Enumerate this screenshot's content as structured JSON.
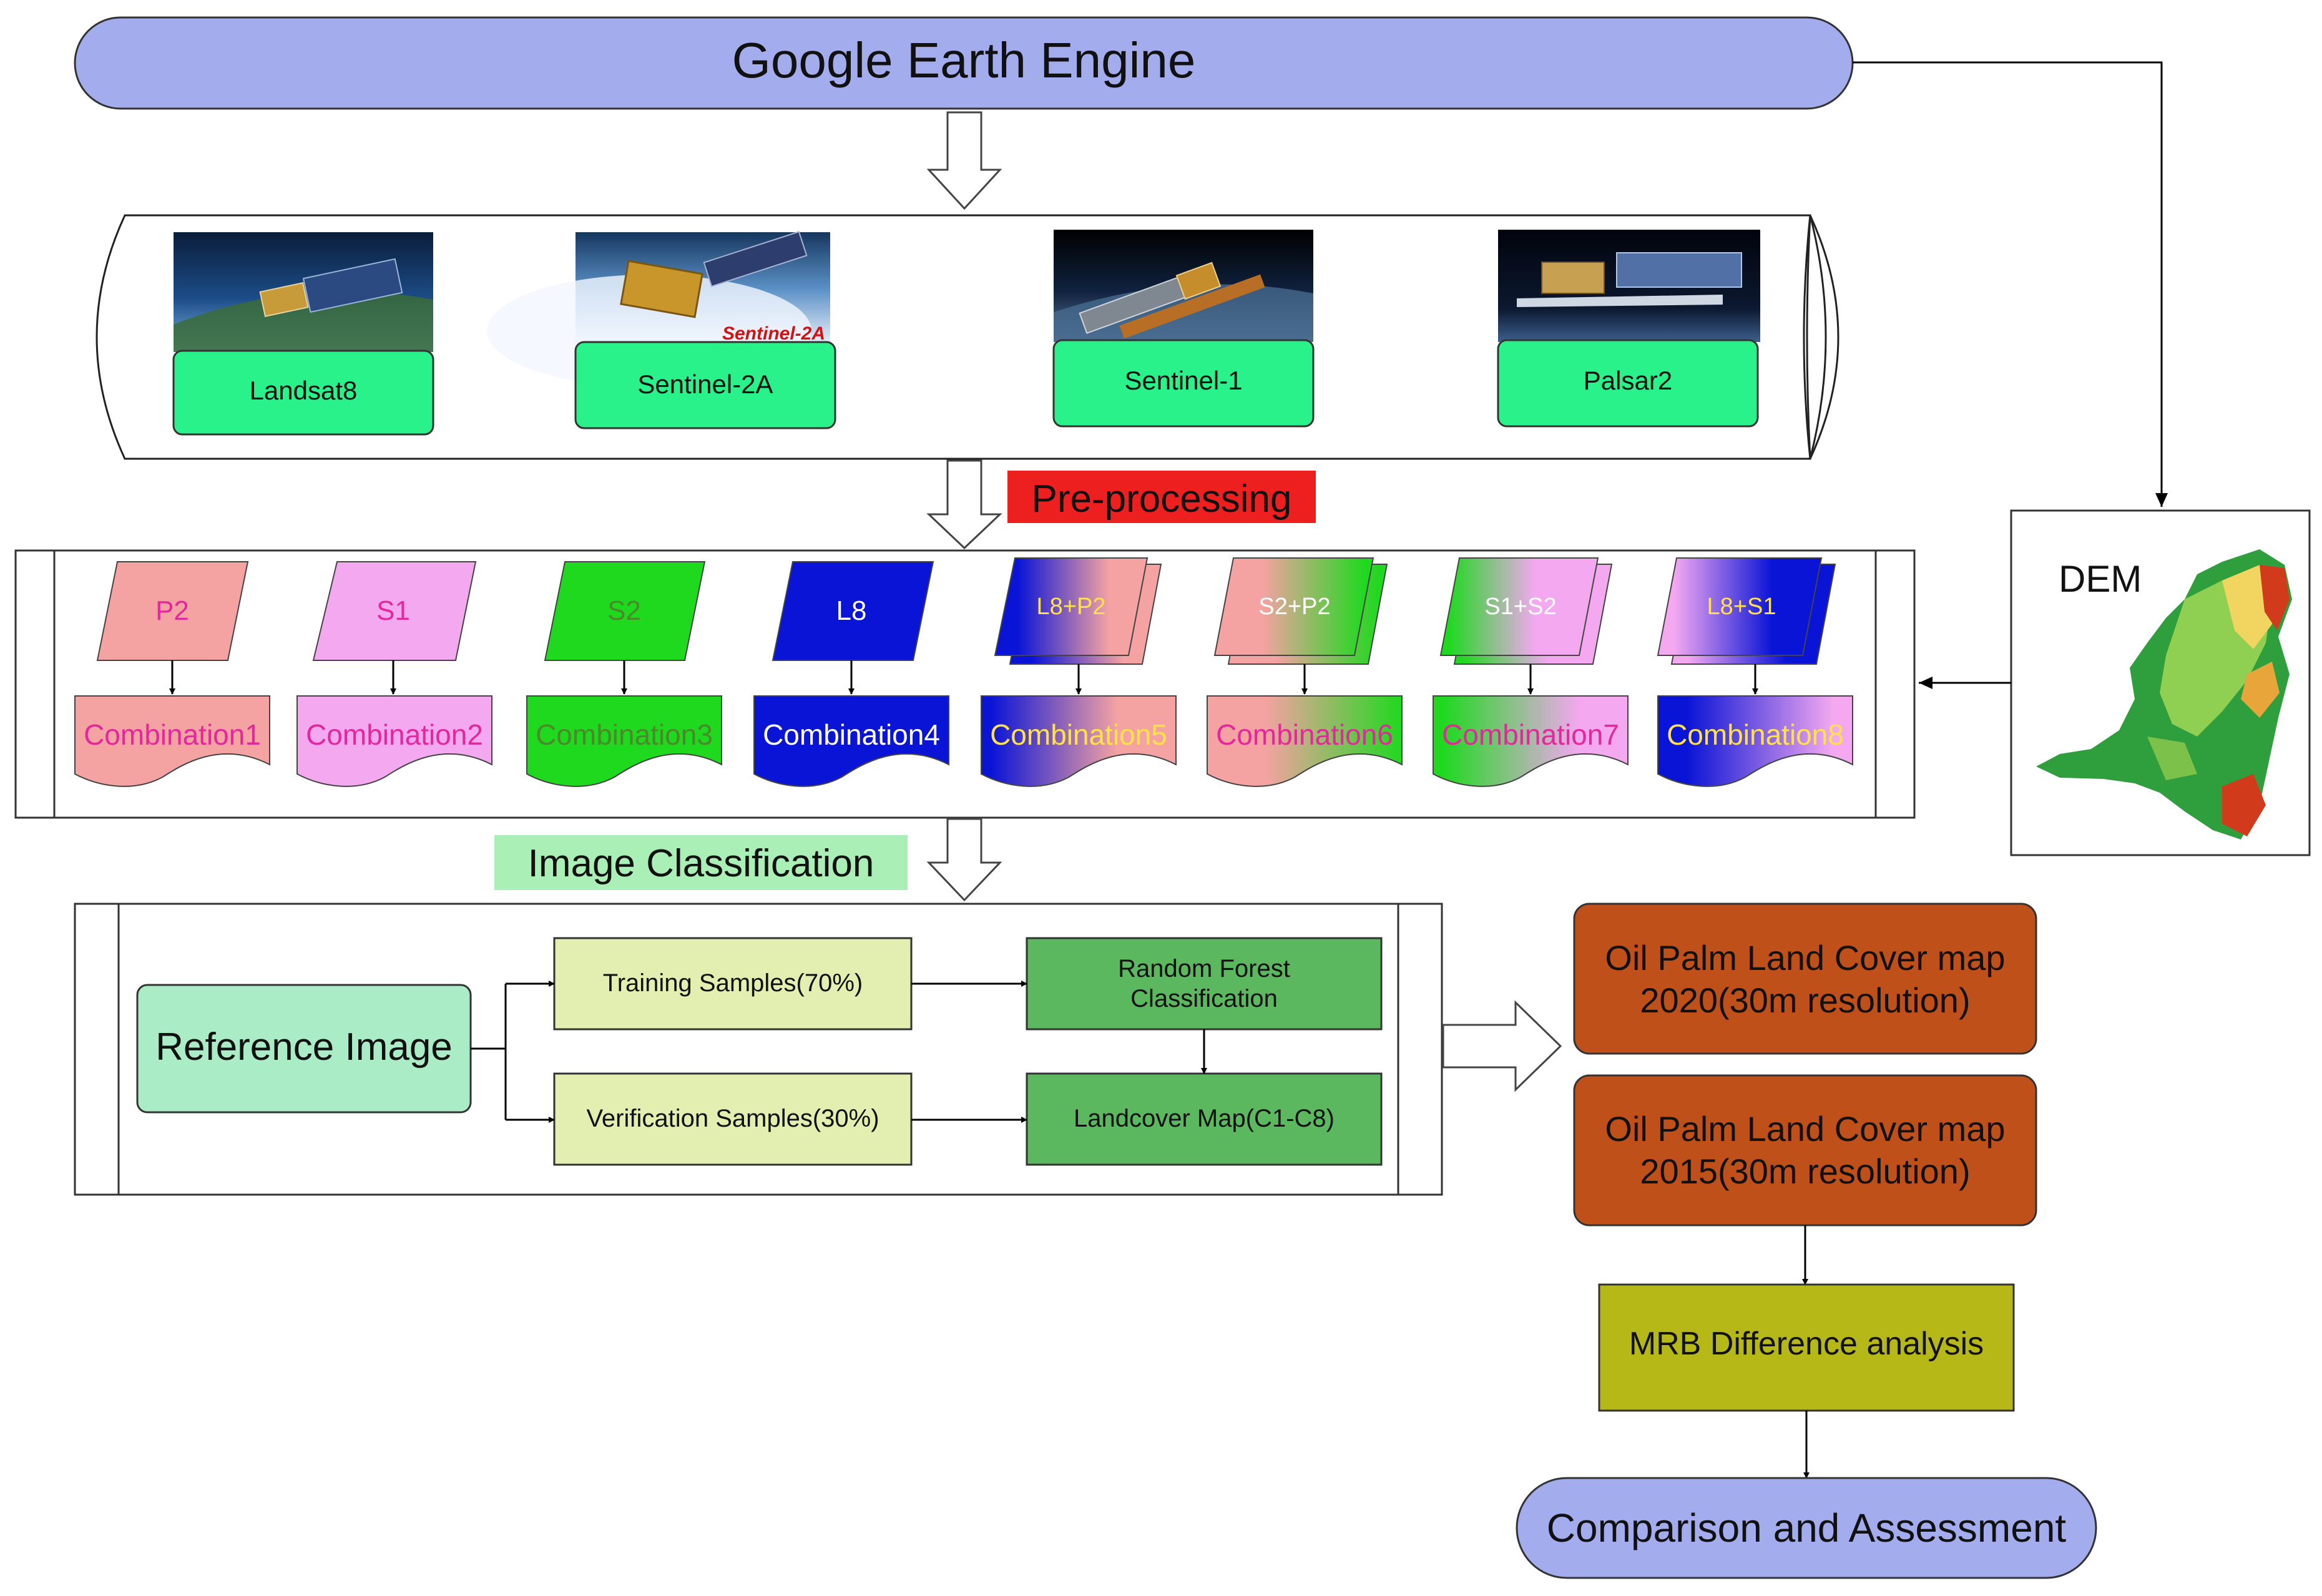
{
  "header": {
    "title": "Google Earth Engine"
  },
  "satellites": [
    {
      "label": "Landsat8",
      "photo_caption": ""
    },
    {
      "label": "Sentinel-2A",
      "photo_caption": "Sentinel-2A"
    },
    {
      "label": "Sentinel-1",
      "photo_caption": ""
    },
    {
      "label": "Palsar2",
      "photo_caption": ""
    }
  ],
  "preprocessing": {
    "label": "Pre-processing"
  },
  "inputs": [
    {
      "label": "P2",
      "text_color": "#e4279c"
    },
    {
      "label": "S1",
      "text_color": "#e4279c"
    },
    {
      "label": "S2",
      "text_color": "#4a8a2a"
    },
    {
      "label": "L8",
      "text_color": "#ffffff"
    },
    {
      "label": "L8+P2",
      "text_color": "#ffe14a"
    },
    {
      "label": "S2+P2",
      "text_color": "#ffffff"
    },
    {
      "label": "S1+S2",
      "text_color": "#ffffff"
    },
    {
      "label": "L8+S1",
      "text_color": "#ffe14a"
    }
  ],
  "combinations": [
    {
      "label": "Combination1",
      "text_color": "#e4279c"
    },
    {
      "label": "Combination2",
      "text_color": "#e4279c"
    },
    {
      "label": "Combination3",
      "text_color": "#4a8a2a"
    },
    {
      "label": "Combination4",
      "text_color": "#ffffff"
    },
    {
      "label": "Combination5",
      "text_color": "#ffe14a"
    },
    {
      "label": "Combination6",
      "text_color": "#e4279c"
    },
    {
      "label": "Combination7",
      "text_color": "#e4279c"
    },
    {
      "label": "Combination8",
      "text_color": "#ffe14a"
    }
  ],
  "dem": {
    "label": "DEM"
  },
  "classification": {
    "label": "Image Classification",
    "reference": "Reference Image",
    "training": "Training Samples(70%)",
    "verification": "Verification Samples(30%)",
    "random_forest_line1": "Random Forest",
    "random_forest_line2": "Classification",
    "landcover": "Landcover Map(C1-C8)"
  },
  "outputs": {
    "map2020_line1": "Oil Palm Land Cover map",
    "map2020_line2": "2020(30m resolution)",
    "map2015_line1": "Oil Palm Land Cover map",
    "map2015_line2": "2015(30m resolution)",
    "mrb": "MRB Difference analysis",
    "comparison": "Comparison and Assessment"
  },
  "colors": {
    "gee_fill": "#a3acec",
    "sat_box": "#2af28a",
    "preprocessing": "#ee1f1f",
    "classification_bg": "#aaf0b6",
    "reference_fill": "#aaecc6",
    "samples_fill": "#e2efb0",
    "rf_fill": "#5cb85f",
    "output_fill": "#c0501a",
    "mrb_fill": "#b6b818",
    "p2": "#f4a2a2",
    "s1": "#f3a8f0",
    "s2": "#1fd91f",
    "l8": "#0a14d6"
  }
}
